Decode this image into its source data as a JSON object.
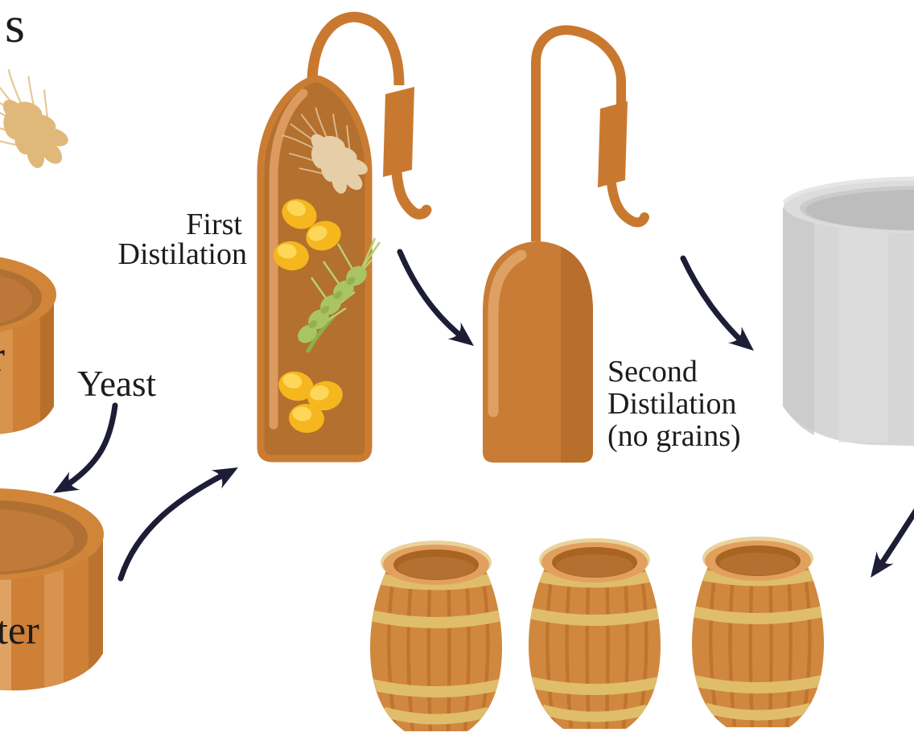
{
  "labels": {
    "grains_partial": "s",
    "water_partial": "r",
    "yeast": "Yeast",
    "first_distillation": {
      "line1": "First",
      "line2": "Distilation"
    },
    "fermentation_partial": "ter",
    "second_distillation": {
      "line1": "Second",
      "line2": "Distilation",
      "line3": "(no grains)"
    }
  },
  "colors": {
    "copper": "#c87c35",
    "copper_dark": "#b4702e",
    "copper_light": "#dfa063",
    "tub_orange": "#cd8036",
    "barrel_body": "#d0883f",
    "barrel_hoop": "#dfbd6b",
    "steel_gray": "#d6d6d6",
    "corn_yellow": "#f5b71d",
    "wheat_tan": "#e0b97a",
    "barley_green": "#a9c465",
    "arrow_navy": "#1d1e36",
    "text_black": "#1d1c1a",
    "background": "#ffffff"
  },
  "icons": {
    "wheat_ear": "wheat-ear-icon",
    "mash_tub": "mash-tub-icon",
    "fermentation_tub": "fermentation-tub-icon",
    "first_pot_still": "pot-still-icon",
    "second_pot_still": "pot-still-icon",
    "condenser": "condenser-pipe-icon",
    "spirit_vat": "steel-vat-icon",
    "oak_barrels": "oak-barrel-icon",
    "flow_arrows": "curved-arrow-icon",
    "corn": "corn-kernels-icon",
    "barley": "barley-spike-icon"
  }
}
